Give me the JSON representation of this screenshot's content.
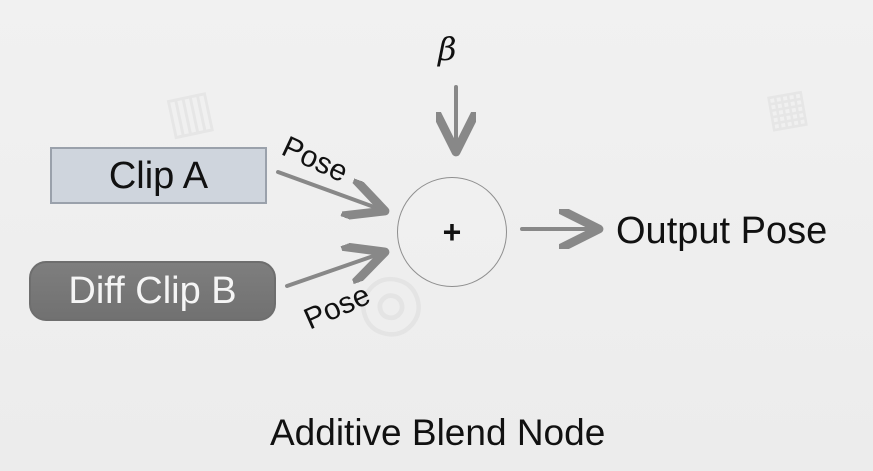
{
  "diagram": {
    "clip_a": "Clip A",
    "clip_b": "Diff Clip B",
    "beta": "β",
    "pose_top": "Pose",
    "pose_bottom": "Pose",
    "operator": "+",
    "output": "Output Pose",
    "caption": "Additive Blend Node"
  },
  "colors": {
    "background": "#efefef",
    "clip_a_fill": "#cfd5dd",
    "clip_b_fill": "#777777",
    "line": "#888888",
    "text": "#111111"
  }
}
